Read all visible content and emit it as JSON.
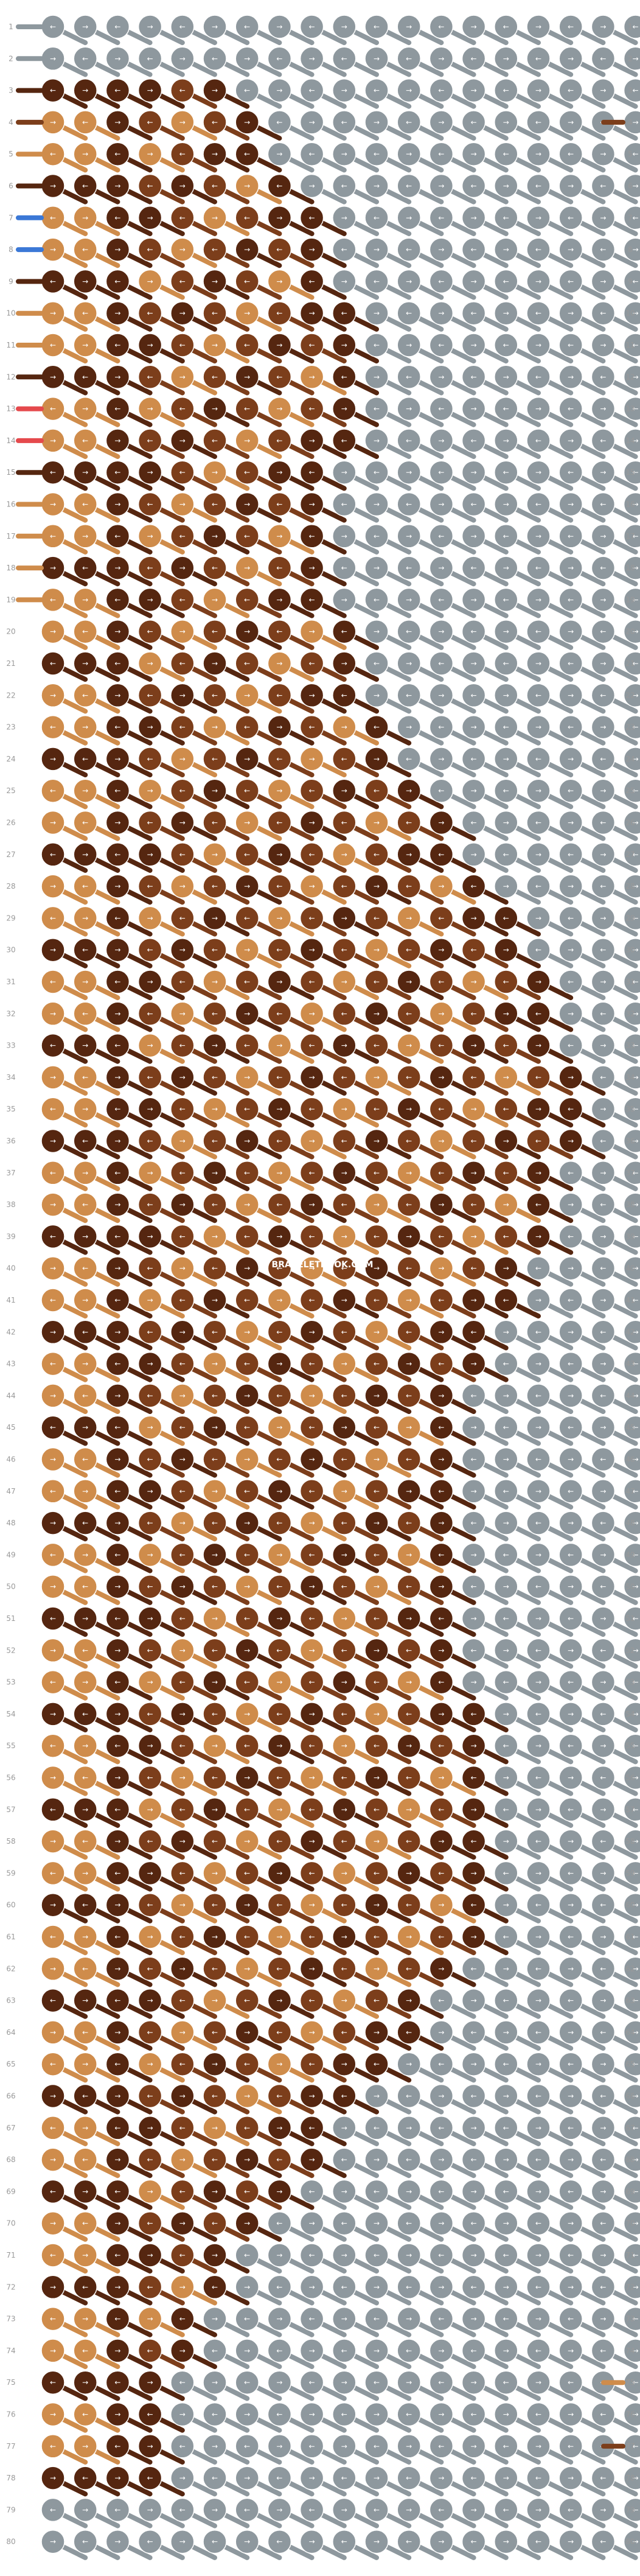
{
  "watermark": "BRACELETBOOK.COM",
  "palette": {
    "gray": "#8e989e",
    "tan": "#cf8c4b",
    "medium_brown": "#7c3e1b",
    "dark_brown": "#552610",
    "blue": "#3b78d6",
    "red": "#e5494c",
    "bg": "#ffffff",
    "label": "#999999"
  },
  "pattern": {
    "rows": 80,
    "strands": 19,
    "row_labels": [
      "1",
      "2",
      "3",
      "4",
      "5",
      "6",
      "7",
      "8",
      "9",
      "10",
      "11",
      "12",
      "13",
      "14",
      "15",
      "16",
      "17",
      "18",
      "19",
      "20",
      "21",
      "22",
      "23",
      "24",
      "25",
      "26",
      "27",
      "28",
      "29",
      "30",
      "31",
      "32",
      "33",
      "34",
      "35",
      "36",
      "37",
      "38",
      "39",
      "40",
      "41",
      "42",
      "43",
      "44",
      "45",
      "46",
      "47",
      "48",
      "49",
      "50",
      "51",
      "52",
      "53",
      "54",
      "55",
      "56",
      "57",
      "58",
      "59",
      "60",
      "61",
      "62",
      "63",
      "64",
      "65",
      "66",
      "67",
      "68",
      "69",
      "70",
      "71",
      "72",
      "73",
      "74",
      "75",
      "76",
      "77",
      "78",
      "79",
      "80"
    ],
    "left_threads": [
      "gray",
      "gray",
      "dark_brown",
      "medium_brown",
      "tan",
      "dark_brown",
      "blue",
      "blue",
      "dark_brown",
      "tan",
      "tan",
      "dark_brown",
      "red",
      "red",
      "dark_brown",
      "tan",
      "tan",
      "tan",
      "tan"
    ],
    "right_end_threads": [
      {
        "row": 4,
        "color": "medium_brown"
      },
      {
        "row": 75,
        "color": "tan"
      },
      {
        "row": 77,
        "color": "medium_brown"
      }
    ]
  }
}
